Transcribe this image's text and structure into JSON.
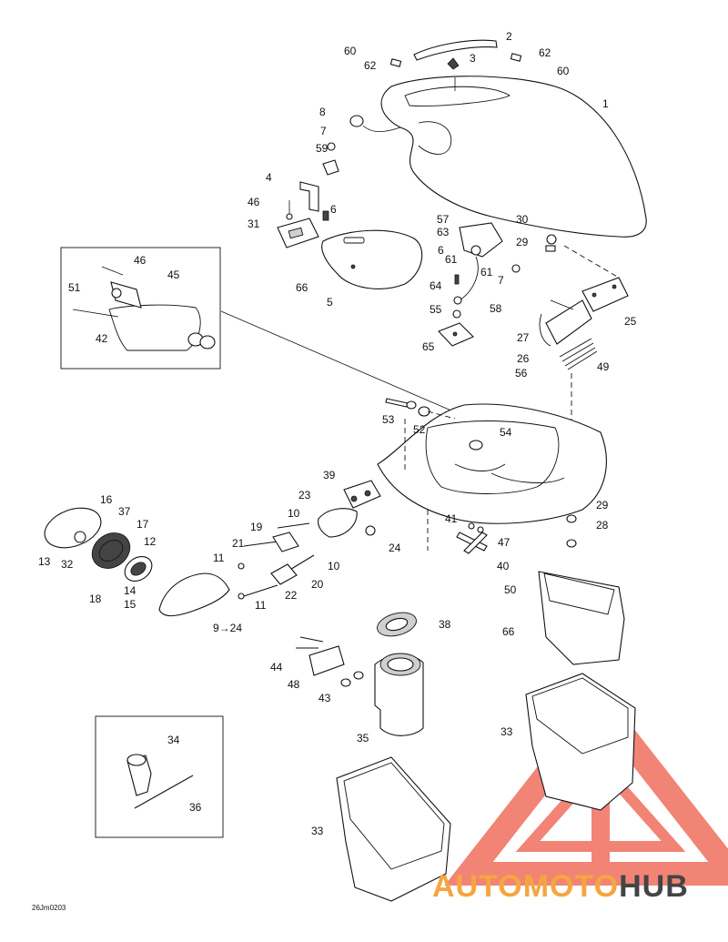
{
  "diagram": {
    "drawing_code": "26Jm0203",
    "part_labels": [
      "60",
      "62",
      "2",
      "62",
      "60",
      "3",
      "1",
      "8",
      "7",
      "59",
      "4",
      "46",
      "6",
      "31",
      "57",
      "63",
      "30",
      "29",
      "6",
      "61",
      "61",
      "7",
      "66",
      "5",
      "64",
      "58",
      "55",
      "65",
      "27",
      "25",
      "26",
      "56",
      "49",
      "46",
      "45",
      "51",
      "42",
      "53",
      "52",
      "54",
      "39",
      "23",
      "29",
      "28",
      "16",
      "37",
      "17",
      "13",
      "32",
      "12",
      "10",
      "21",
      "19",
      "24",
      "41",
      "47",
      "11",
      "18",
      "14",
      "15",
      "40",
      "10",
      "20",
      "22",
      "11",
      "50",
      "9→24",
      "38",
      "66",
      "44",
      "48",
      "43",
      "35",
      "34",
      "33",
      "36",
      "33"
    ],
    "accent_color": "#f28c7a"
  },
  "watermark": {
    "brand_auto": "AUTO",
    "brand_moto": "MOTO",
    "brand_hub": "HUB",
    "color_auto": "#f4a640",
    "color_moto": "#f4a640",
    "color_hub": "#444444",
    "triangle_color": "#ef6f5e"
  }
}
